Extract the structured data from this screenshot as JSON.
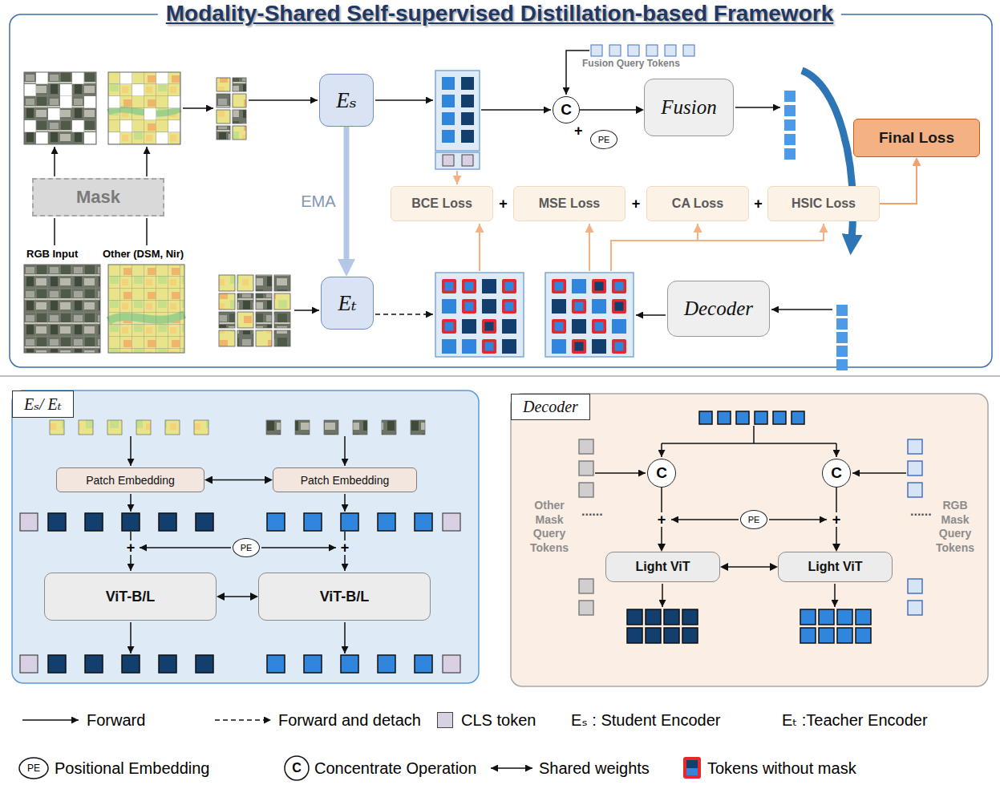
{
  "diagram": {
    "title": "Modality-Shared Self-supervised Distillation-based Framework",
    "nodes": [
      {
        "text": [
          "Mask"
        ]
      },
      {
        "text": [
          "Eₛ"
        ]
      },
      {
        "text": [
          "C"
        ]
      },
      {
        "text": [
          "PE"
        ]
      },
      {
        "text": [
          "Fusion"
        ]
      },
      {
        "text": [
          "Final Loss"
        ]
      },
      {
        "text": [
          "BCE Loss"
        ]
      },
      {
        "text": [
          "MSE Loss"
        ]
      },
      {
        "text": [
          "CA Loss"
        ]
      },
      {
        "text": [
          "HSIC Loss"
        ]
      },
      {
        "text": [
          "Eₜ"
        ]
      },
      {
        "text": [
          "Decoder"
        ]
      },
      {
        "text": [
          "Eₛ/ Eₜ"
        ]
      },
      {
        "text": [
          "Patch Embedding"
        ],
        "in": 12
      },
      {
        "text": [
          "Patch Embedding"
        ],
        "in": 12
      },
      {
        "text": [
          "PE"
        ],
        "in": 12
      },
      {
        "text": [
          "ViT-B/L"
        ],
        "in": 12
      },
      {
        "text": [
          "ViT-B/L"
        ],
        "in": 12
      },
      {
        "text": [
          "Decoder"
        ]
      },
      {
        "text": [
          "C"
        ],
        "in": 18
      },
      {
        "text": [
          "C"
        ],
        "in": 18
      },
      {
        "text": [
          "PE"
        ],
        "in": 18
      },
      {
        "text": [
          "Light ViT"
        ],
        "in": 18
      },
      {
        "text": [
          "Light ViT"
        ],
        "in": 18
      }
    ],
    "edges": [
      {
        "from": 1,
        "to": 10,
        "arrow": "to",
        "label": "EMA"
      },
      {
        "from": 2,
        "to": 4,
        "arrow": "to"
      },
      {
        "from": 9,
        "to": 5,
        "arrow": "to"
      },
      {
        "from": 13,
        "to": 14,
        "arrow": "both"
      },
      {
        "from": 16,
        "to": 17,
        "arrow": "both"
      },
      {
        "from": 19,
        "to": 22,
        "arrow": "to",
        "label": "+"
      },
      {
        "from": 20,
        "to": 23,
        "arrow": "to",
        "label": "+"
      },
      {
        "from": 22,
        "to": 23,
        "arrow": "both"
      }
    ],
    "labels": [
      "RGB Input",
      "Other (DSM, Nir)",
      "Fusion Query Tokens",
      "+",
      "+",
      "+",
      "+",
      "+",
      "+",
      "Other Mask Query Tokens",
      "......",
      "RGB Mask Query Tokens",
      "......",
      "PE",
      "C"
    ],
    "legend": [
      {
        "text": "Forward"
      },
      {
        "text": "Forward and detach"
      },
      {
        "text": "CLS token",
        "color": "#d9d0e3"
      },
      {
        "text": "Eₛ : Student Encoder"
      },
      {
        "text": "Eₜ :Teacher Encoder"
      },
      {
        "text": "Positional Embedding"
      },
      {
        "text": "Concentrate Operation"
      },
      {
        "text": "Shared weights"
      },
      {
        "text": "Tokens without mask"
      }
    ]
  }
}
